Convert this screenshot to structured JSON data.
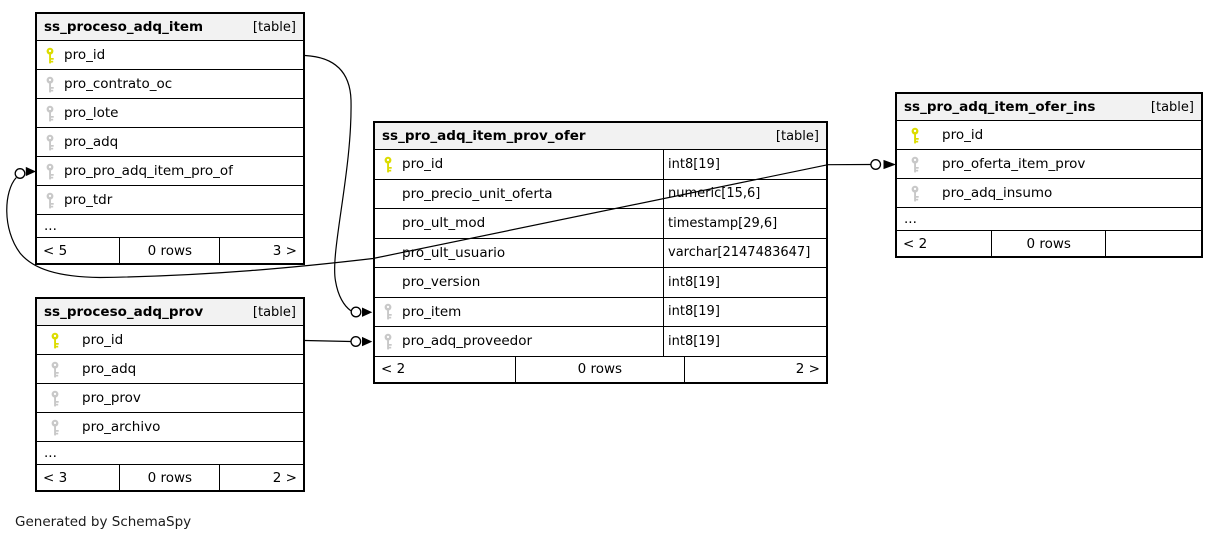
{
  "footer_note": "Generated by SchemaSpy",
  "colors": {
    "primary_key": "#dcdc00",
    "foreign_key": "#c8c8c8",
    "header_bg": "#f2f2f2",
    "border": "#000000"
  },
  "diagram": {
    "tables": [
      {
        "name": "ss_proceso_adq_item",
        "badge": "[table]",
        "typed": false,
        "columns": [
          {
            "name": "pro_id",
            "key": "primary"
          },
          {
            "name": "pro_contrato_oc",
            "key": "foreign"
          },
          {
            "name": "pro_lote",
            "key": "foreign"
          },
          {
            "name": "pro_adq",
            "key": "foreign"
          },
          {
            "name": "pro_pro_adq_item_pro_of",
            "key": "foreign"
          },
          {
            "name": "pro_tdr",
            "key": "foreign"
          }
        ],
        "ellipsis": "...",
        "footer": {
          "left": "< 5",
          "center": "0 rows",
          "right": "3 >"
        }
      },
      {
        "name": "ss_pro_adq_item_prov_ofer",
        "badge": "[table]",
        "typed": true,
        "columns": [
          {
            "name": "pro_id",
            "key": "primary",
            "type": "int8[19]"
          },
          {
            "name": "pro_precio_unit_oferta",
            "key": null,
            "type": "numeric[15,6]"
          },
          {
            "name": "pro_ult_mod",
            "key": null,
            "type": "timestamp[29,6]"
          },
          {
            "name": "pro_ult_usuario",
            "key": null,
            "type": "varchar[2147483647]"
          },
          {
            "name": "pro_version",
            "key": null,
            "type": "int8[19]"
          },
          {
            "name": "pro_item",
            "key": "foreign",
            "type": "int8[19]"
          },
          {
            "name": "pro_adq_proveedor",
            "key": "foreign",
            "type": "int8[19]"
          }
        ],
        "footer": {
          "left": "< 2",
          "center": "0 rows",
          "right": "2 >"
        }
      },
      {
        "name": "ss_pro_adq_item_ofer_ins",
        "badge": "[table]",
        "typed": false,
        "columns": [
          {
            "name": "pro_id",
            "key": "primary"
          },
          {
            "name": "pro_oferta_item_prov",
            "key": "foreign"
          },
          {
            "name": "pro_adq_insumo",
            "key": "foreign"
          }
        ],
        "ellipsis": "...",
        "footer": {
          "left": "< 2",
          "center": "0 rows",
          "right": ""
        }
      },
      {
        "name": "ss_proceso_adq_prov",
        "badge": "[table]",
        "typed": false,
        "columns": [
          {
            "name": "pro_id",
            "key": "primary"
          },
          {
            "name": "pro_adq",
            "key": "foreign"
          },
          {
            "name": "pro_prov",
            "key": "foreign"
          },
          {
            "name": "pro_archivo",
            "key": "foreign"
          }
        ],
        "ellipsis": "...",
        "footer": {
          "left": "< 3",
          "center": "0 rows",
          "right": "2 >"
        }
      }
    ],
    "relationships": [
      {
        "parent": "ss_proceso_adq_item.pro_id",
        "child": "ss_pro_adq_item_prov_ofer.pro_item"
      },
      {
        "parent": "ss_proceso_adq_prov.pro_id",
        "child": "ss_pro_adq_item_prov_ofer.pro_adq_proveedor"
      },
      {
        "parent": "ss_pro_adq_item_prov_ofer.pro_id",
        "child": "ss_proceso_adq_item.pro_pro_adq_item_pro_of"
      },
      {
        "parent": "ss_pro_adq_item_prov_ofer.pro_id",
        "child": "ss_pro_adq_item_ofer_ins.pro_oferta_item_prov"
      }
    ]
  }
}
